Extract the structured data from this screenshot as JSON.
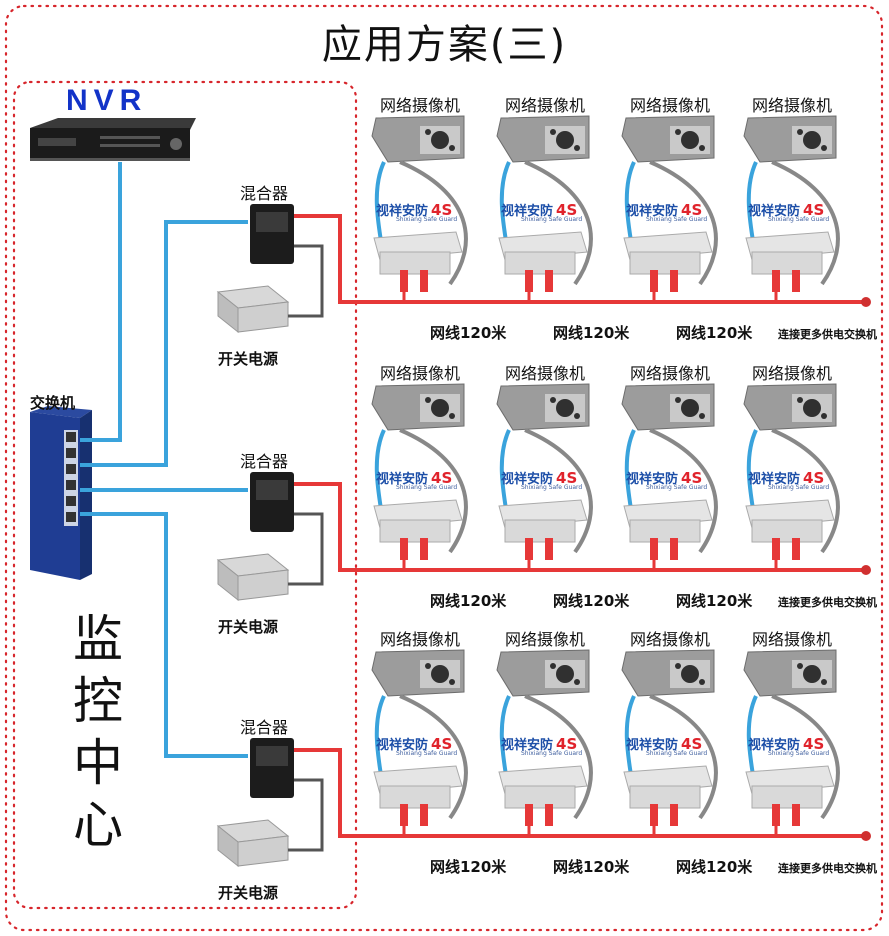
{
  "title": "应用方案(三)",
  "nvr_label": "NVR",
  "switch_label": "交换机",
  "control_center": "监控中心",
  "rows": [
    {
      "mixer_label": "混合器",
      "power_label": "开关电源",
      "cameras": [
        "网络摄像机",
        "网络摄像机",
        "网络摄像机",
        "网络摄像机"
      ],
      "cable_labels": [
        "网线120米",
        "网线120米",
        "网线120米"
      ],
      "more_label": "连接更多供电交换机"
    },
    {
      "mixer_label": "混合器",
      "power_label": "开关电源",
      "cameras": [
        "网络摄像机",
        "网络摄像机",
        "网络摄像机",
        "网络摄像机"
      ],
      "cable_labels": [
        "网线120米",
        "网线120米",
        "网线120米"
      ],
      "more_label": "连接更多供电交换机"
    },
    {
      "mixer_label": "混合器",
      "power_label": "开关电源",
      "cameras": [
        "网络摄像机",
        "网络摄像机",
        "网络摄像机",
        "网络摄像机"
      ],
      "cable_labels": [
        "网线120米",
        "网线120米",
        "网线120米"
      ],
      "more_label": "连接更多供电交换机"
    }
  ],
  "brand": {
    "name": "视祥安防",
    "suffix": "4S",
    "subtitle": "Shixiang Safe Guard"
  },
  "colors": {
    "border_dots": "#d7262c",
    "lan_cable": "#3aa3dc",
    "poe_cable": "#e63838",
    "power_cable": "#555555",
    "nvr_text": "#1233c8"
  }
}
